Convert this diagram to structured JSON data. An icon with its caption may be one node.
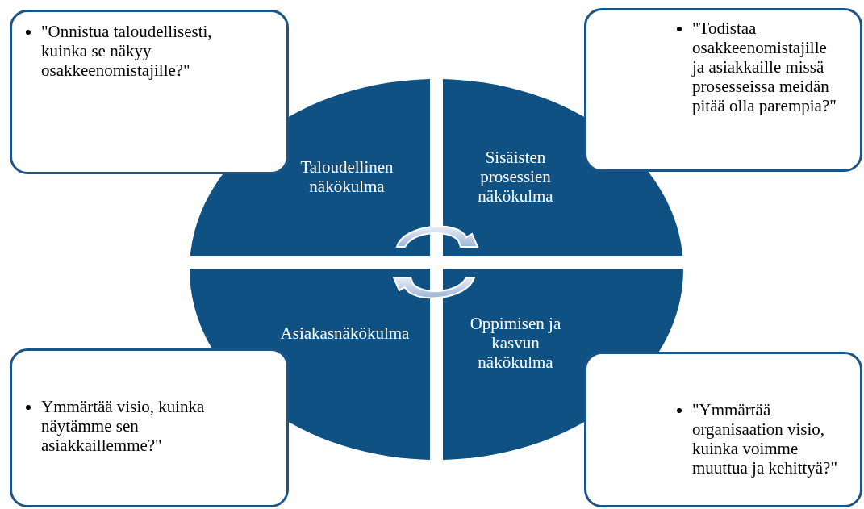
{
  "diagram": {
    "nodes": [
      {
        "text": [
          "\"Onnistua taloudellisesti, kuinka se näkyy osakkeenomistajille?\""
        ]
      },
      {
        "text": [
          "\"Todistaa osakkeenomistajille ja asiakkaille missä prosesseissa meidän pitää olla parempia?\""
        ]
      },
      {
        "text": [
          "Taloudellinen näkökulma"
        ]
      },
      {
        "text": [
          "Sisäisten prosessien näkökulma"
        ]
      },
      {
        "text": [
          "Asiakasnäkökulma"
        ]
      },
      {
        "text": [
          "Oppimisen ja kasvun näkökulma"
        ]
      },
      {
        "text": [
          "Ymmärtää visio, kuinka näytämme sen asiakkaillemme?\""
        ]
      },
      {
        "text": [
          "\"Ymmärtää organisaation visio, kuinka voimme muuttua ja kehittyä?\""
        ]
      }
    ]
  }
}
